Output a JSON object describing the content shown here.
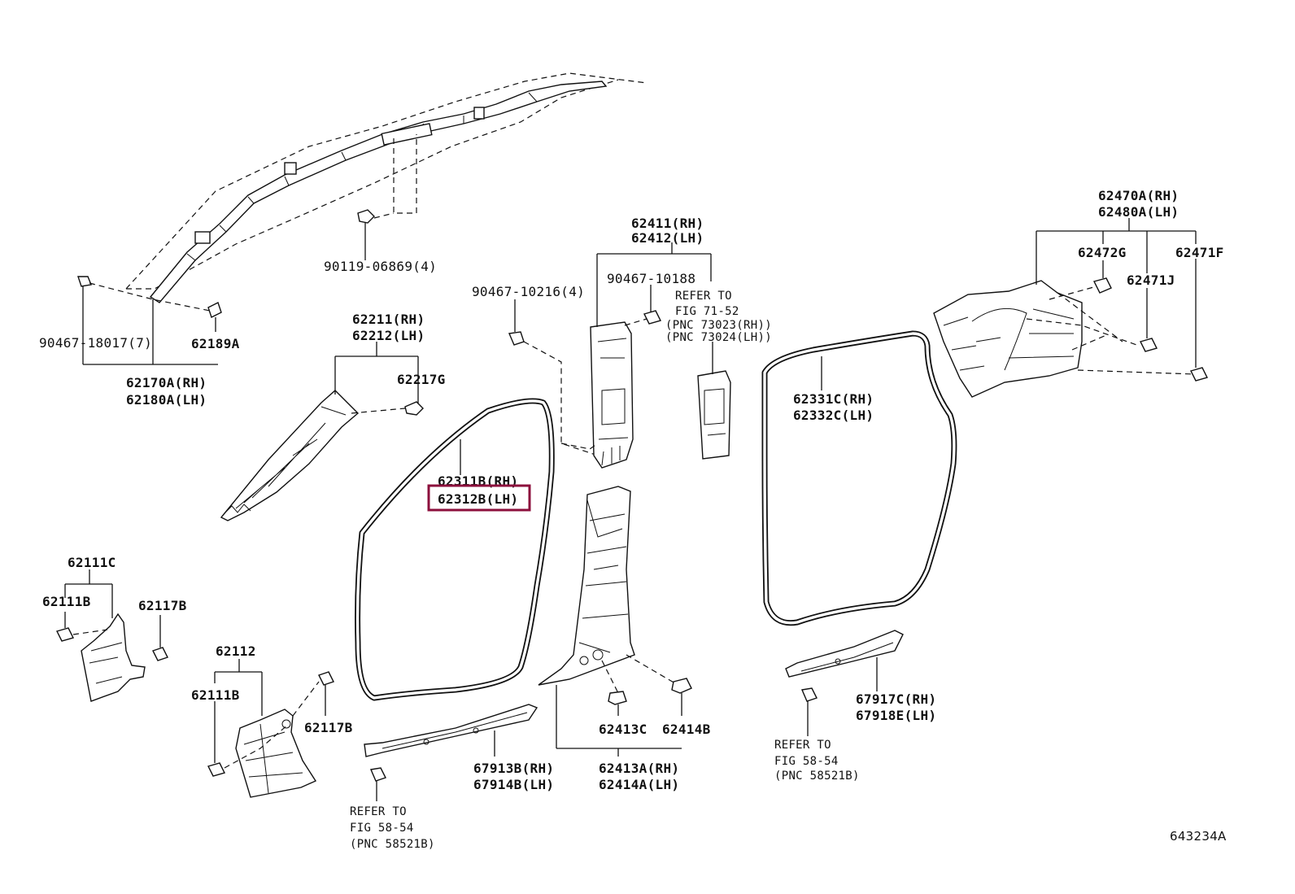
{
  "callouts": {
    "airbag_bolt": "90119-06869(4)",
    "airbag_clip": "90467-18017(7)",
    "airbag_clip2": "62189A",
    "airbag_rh": "62170A(RH)",
    "airbag_lh": "62180A(LH)",
    "a_pillar_rh": "62211(RH)",
    "a_pillar_lh": "62212(LH)",
    "a_pillar_clip": "62217G",
    "clip_90467_10216": "90467-10216(4)",
    "b_pillar_upper_rh": "62411(RH)",
    "b_pillar_upper_lh": "62412(LH)",
    "clip_90467_10188": "90467-10188",
    "refer_71_line1": "REFER TO",
    "refer_71_line2": "FIG 71-52",
    "refer_71_line3": "(PNC 73023(RH))",
    "refer_71_line4": "(PNC 73024(LH))",
    "front_weather_rh": "62311B(RH)",
    "front_weather_lh": "62312B(LH)",
    "rear_weather_rh": "62331C(RH)",
    "rear_weather_lh": "62332C(LH)",
    "quarter_rh": "62470A(RH)",
    "quarter_lh": "62480A(LH)",
    "quarter_clip_g": "62472G",
    "quarter_clip_f": "62471F",
    "quarter_clip_j": "62471J",
    "cowl_top": "62111C",
    "cowl_clip_b1": "62111B",
    "cowl_clip_b2": "62117B",
    "cowl2_top": "62112",
    "cowl2_clip_b1": "62111B",
    "cowl2_clip_b2": "62117B",
    "b_pillar_clip_c": "62413C",
    "b_pillar_clip_b": "62414B",
    "b_pillar_lower_rh": "62413A(RH)",
    "b_pillar_lower_lh": "62414A(LH)",
    "front_scuff_rh": "67913B(RH)",
    "front_scuff_lh": "67914B(LH)",
    "front_refer_line1": "REFER TO",
    "front_refer_line2": "FIG 58-54",
    "front_refer_line3": "(PNC 58521B)",
    "rear_scuff_rh": "67917C(RH)",
    "rear_scuff_lh": "67918E(LH)",
    "rear_refer_line1": "REFER TO",
    "rear_refer_line2": "FIG 58-54",
    "rear_refer_line3": "(PNC 58521B)",
    "figure_number": "643234A"
  },
  "colors": {
    "highlight": "#8c0f3c",
    "line": "#111111",
    "background": "#ffffff"
  }
}
